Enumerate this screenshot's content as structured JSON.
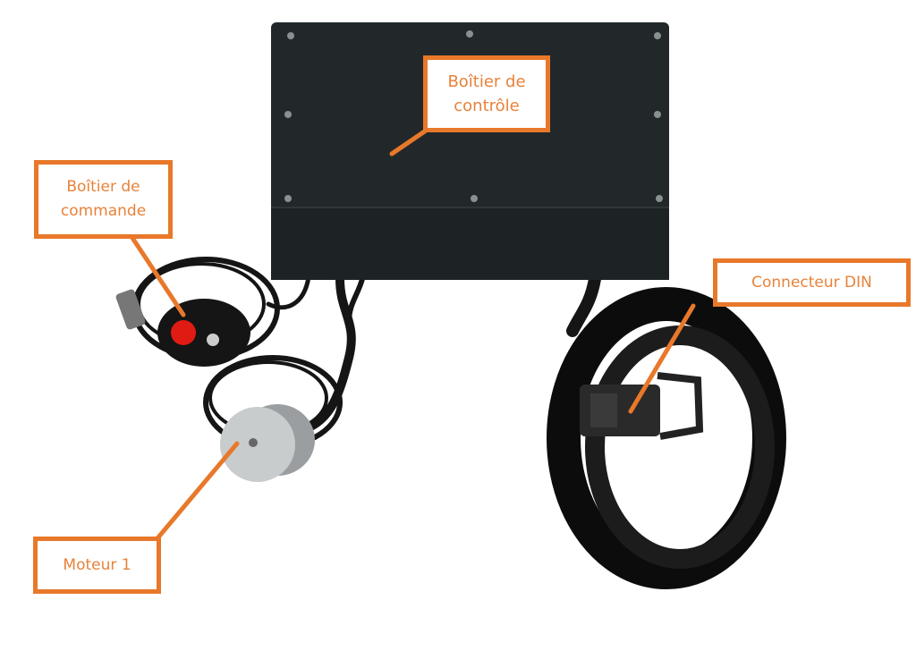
{
  "accent_color": "#e8782a",
  "labels": {
    "control_box": "Boîtier de\ncontrôle",
    "command_box": "Boîtier de\ncommande",
    "din_connector": "Connecteur DIN",
    "motor": "Moteur 1"
  }
}
